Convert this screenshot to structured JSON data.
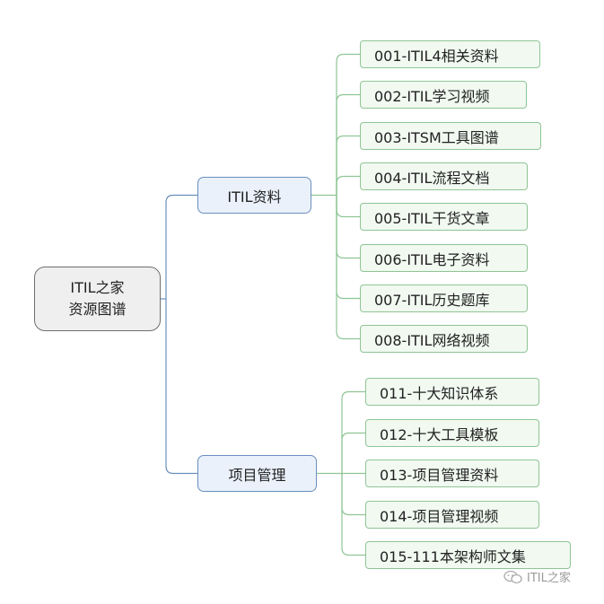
{
  "root": {
    "line1": "ITIL之家",
    "line2": "资源图谱"
  },
  "branches": [
    {
      "label": "ITIL资料",
      "children": [
        "001-ITIL4相关资料",
        "002-ITIL学习视频",
        "003-ITSM工具图谱",
        "004-ITIL流程文档",
        "005-ITIL干货文章",
        "006-ITIL电子资料",
        "007-ITIL历史题库",
        "008-ITIL网络视频"
      ]
    },
    {
      "label": "项目管理",
      "children": [
        "011-十大知识体系",
        "012-十大工具模板",
        "013-项目管理资料",
        "014-项目管理视频",
        "015-111本架构师文集"
      ]
    }
  ],
  "watermark": {
    "text": "ITIL之家",
    "icon": "wechat-icon"
  },
  "colors": {
    "root_border": "#6f6f6f",
    "root_fill": "#efefef",
    "branch_border": "#6a8fbd",
    "branch_fill": "#eaf1fb",
    "leaf_border": "#8fc595",
    "leaf_fill": "#f1f9f1",
    "branch_connector": "#6a8fbd",
    "leaf_connector": "#8fc595"
  }
}
